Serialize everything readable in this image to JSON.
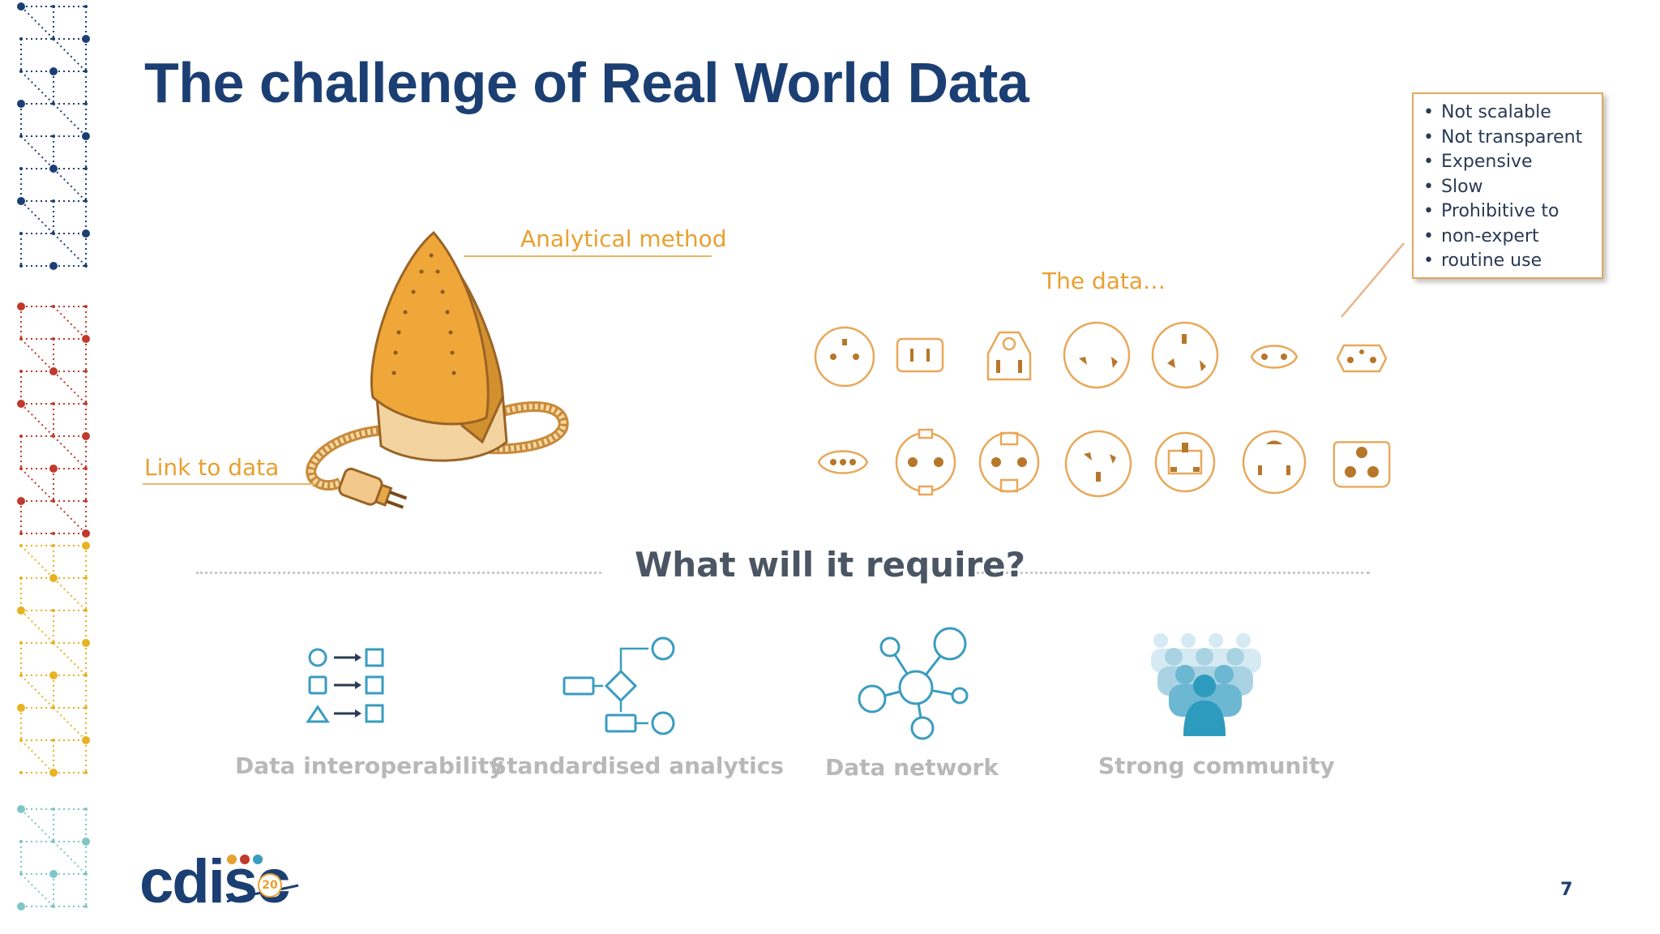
{
  "slide": {
    "title": "The challenge of Real World Data",
    "page_number": "7"
  },
  "illustration": {
    "analytical_method_label": "Analytical method",
    "link_to_data_label": "Link to data",
    "data_label": "The data…",
    "iron_icon": "clothes-iron-icon",
    "plug_icons": "power-plug-socket-icons"
  },
  "callout": {
    "items": [
      "Not scalable",
      "Not transparent",
      "Expensive",
      "Slow",
      "Prohibitive to",
      "non-expert",
      "routine use"
    ]
  },
  "requirements": {
    "heading": "What will it require?",
    "items": [
      {
        "label": "Data interoperability",
        "icon": "mapping-shapes-icon"
      },
      {
        "label": "Standardised analytics",
        "icon": "flowchart-icon"
      },
      {
        "label": "Data network",
        "icon": "network-nodes-icon"
      },
      {
        "label": "Strong community",
        "icon": "people-group-icon"
      }
    ]
  },
  "logo": {
    "text": "cdisc",
    "badge": "20"
  },
  "colors": {
    "title": "#1b3f73",
    "accent_orange": "#e8a030",
    "icon_teal": "#3a9cbf",
    "heading_gray": "#4b5563",
    "label_gray": "#b8b8b8"
  }
}
